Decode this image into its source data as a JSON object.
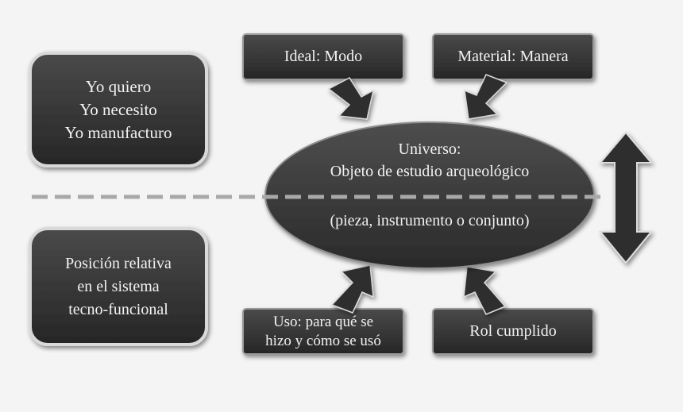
{
  "left_top_box": {
    "lines": [
      "Yo quiero",
      "Yo necesito",
      "Yo manufacturo"
    ]
  },
  "left_bottom_box": {
    "lines": [
      "Posición relativa",
      "en el sistema",
      "tecno-funcional"
    ]
  },
  "top_boxes": {
    "ideal": "Ideal: Modo",
    "material": "Material: Manera"
  },
  "bottom_boxes": {
    "uso": [
      "Uso: para qué se",
      "hizo y cómo se usó"
    ],
    "rol": "Rol cumplido"
  },
  "center_ellipse": {
    "title": "Universo:",
    "subtitle": "Objeto de estudio arqueológico",
    "detail": "(pieza, instrumento o conjunto)"
  },
  "colors": {
    "box_fill": "#3a3a3a",
    "box_stroke": "#8a8a8a",
    "ellipse_fill": "#3c3c3c",
    "arrow_fill": "#2e2e2e",
    "dashed_line": "#a8a8a8",
    "text": "#f2f2f2"
  }
}
